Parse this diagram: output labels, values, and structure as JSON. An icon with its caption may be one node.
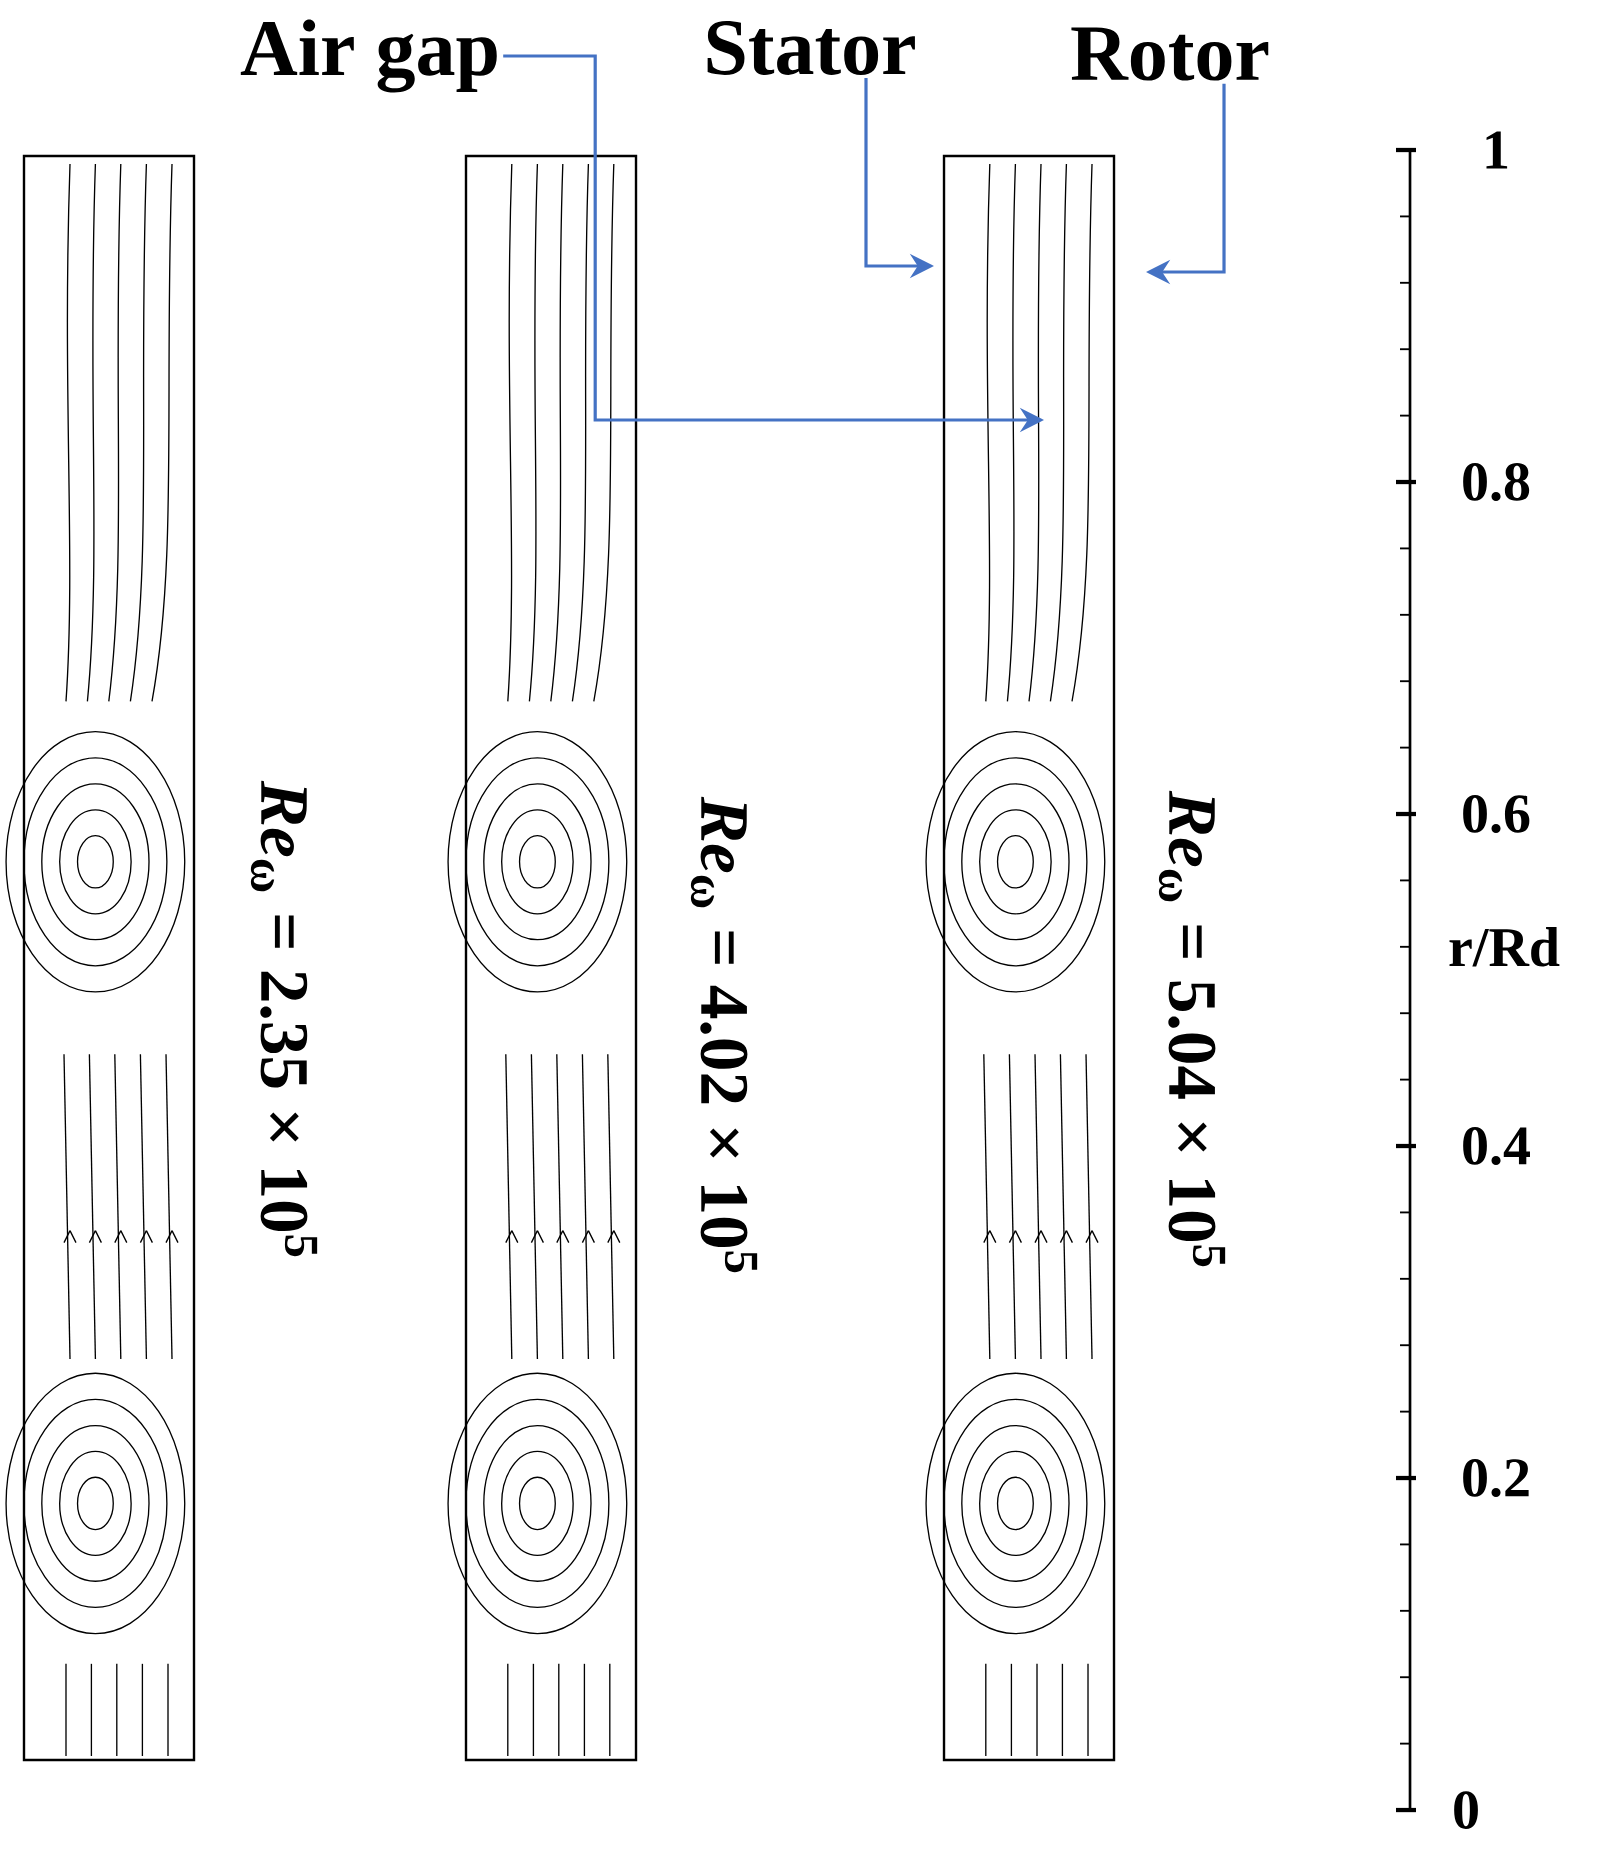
{
  "diagram": {
    "nodes": [
      {
        "text": [
          "Air gap"
        ]
      },
      {
        "text": [
          "Stator"
        ]
      },
      {
        "text": [
          "Rotor"
        ]
      }
    ],
    "edges": [
      {
        "from": 0,
        "to": null,
        "arrow": "to"
      },
      {
        "from": 1,
        "to": null,
        "arrow": "to"
      },
      {
        "from": 2,
        "to": null,
        "arrow": "to"
      }
    ],
    "labels": [
      "*Re*$_{ω}$ = 2.35 × 10$^{5}$",
      "*Re*$_{ω}$ = 4.02 × 10$^{5}$",
      "*Re*$_{ω}$ = 5.04 × 10$^{5}$",
      "1",
      "0.8",
      "0.6",
      "r/Rd",
      "0.4",
      "0.2",
      "0"
    ]
  }
}
